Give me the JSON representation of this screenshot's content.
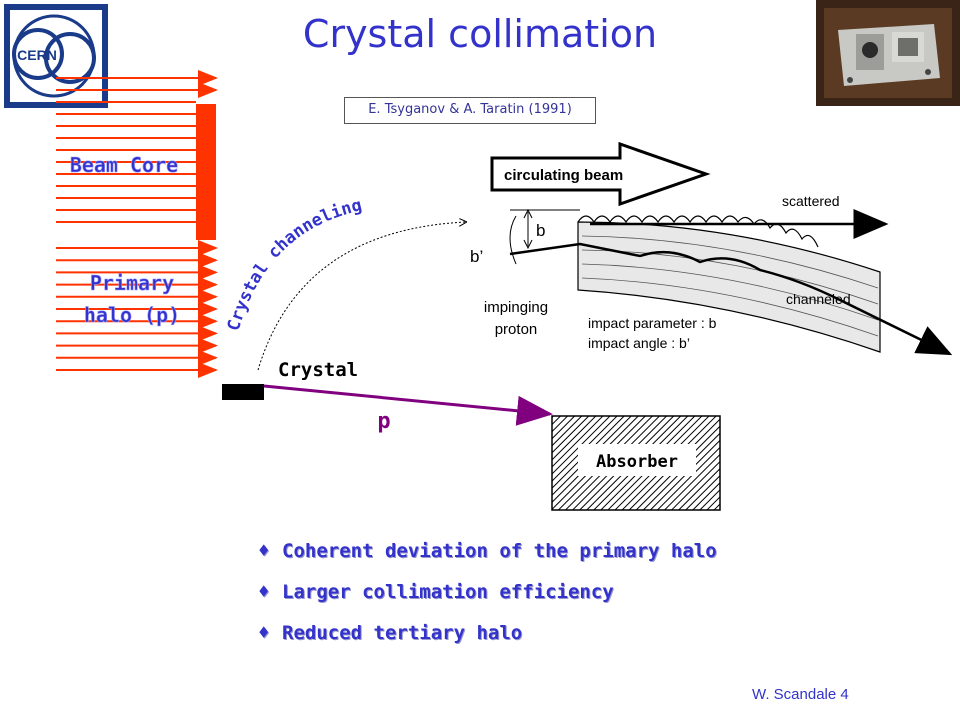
{
  "title": "Crystal collimation",
  "reference": "E. Tsyganov & A. Taratin (1991)",
  "logo_text": "CERN",
  "beam": {
    "core_label": "Beam Core",
    "halo_label_line1": "Primary",
    "halo_label_line2": "halo (p)"
  },
  "crystal_channeling_label": "Crystal channeling",
  "crystal_label": "Crystal",
  "p_label": "p",
  "absorber_label": "Absorber",
  "figure": {
    "circulating_beam": "circulating beam",
    "scattered": "scattered",
    "b_label": "b",
    "bprime_label": "b’",
    "impinging_line1": "impinging",
    "impinging_line2": "proton",
    "channeled": "channeled",
    "impact_parameter": "impact parameter : b",
    "impact_angle": "impact angle : b’"
  },
  "bullets": [
    "Coherent deviation of the primary halo",
    "Larger collimation efficiency",
    "Reduced tertiary halo"
  ],
  "bullet_symbol": "♦",
  "footer": "W. Scandale  4",
  "colors": {
    "title": "#3333cc",
    "beam_arrows": "#ff3300",
    "beam_core_fill": "#ff3300",
    "p_arrow": "#800080",
    "text_blue": "#3333cc"
  }
}
